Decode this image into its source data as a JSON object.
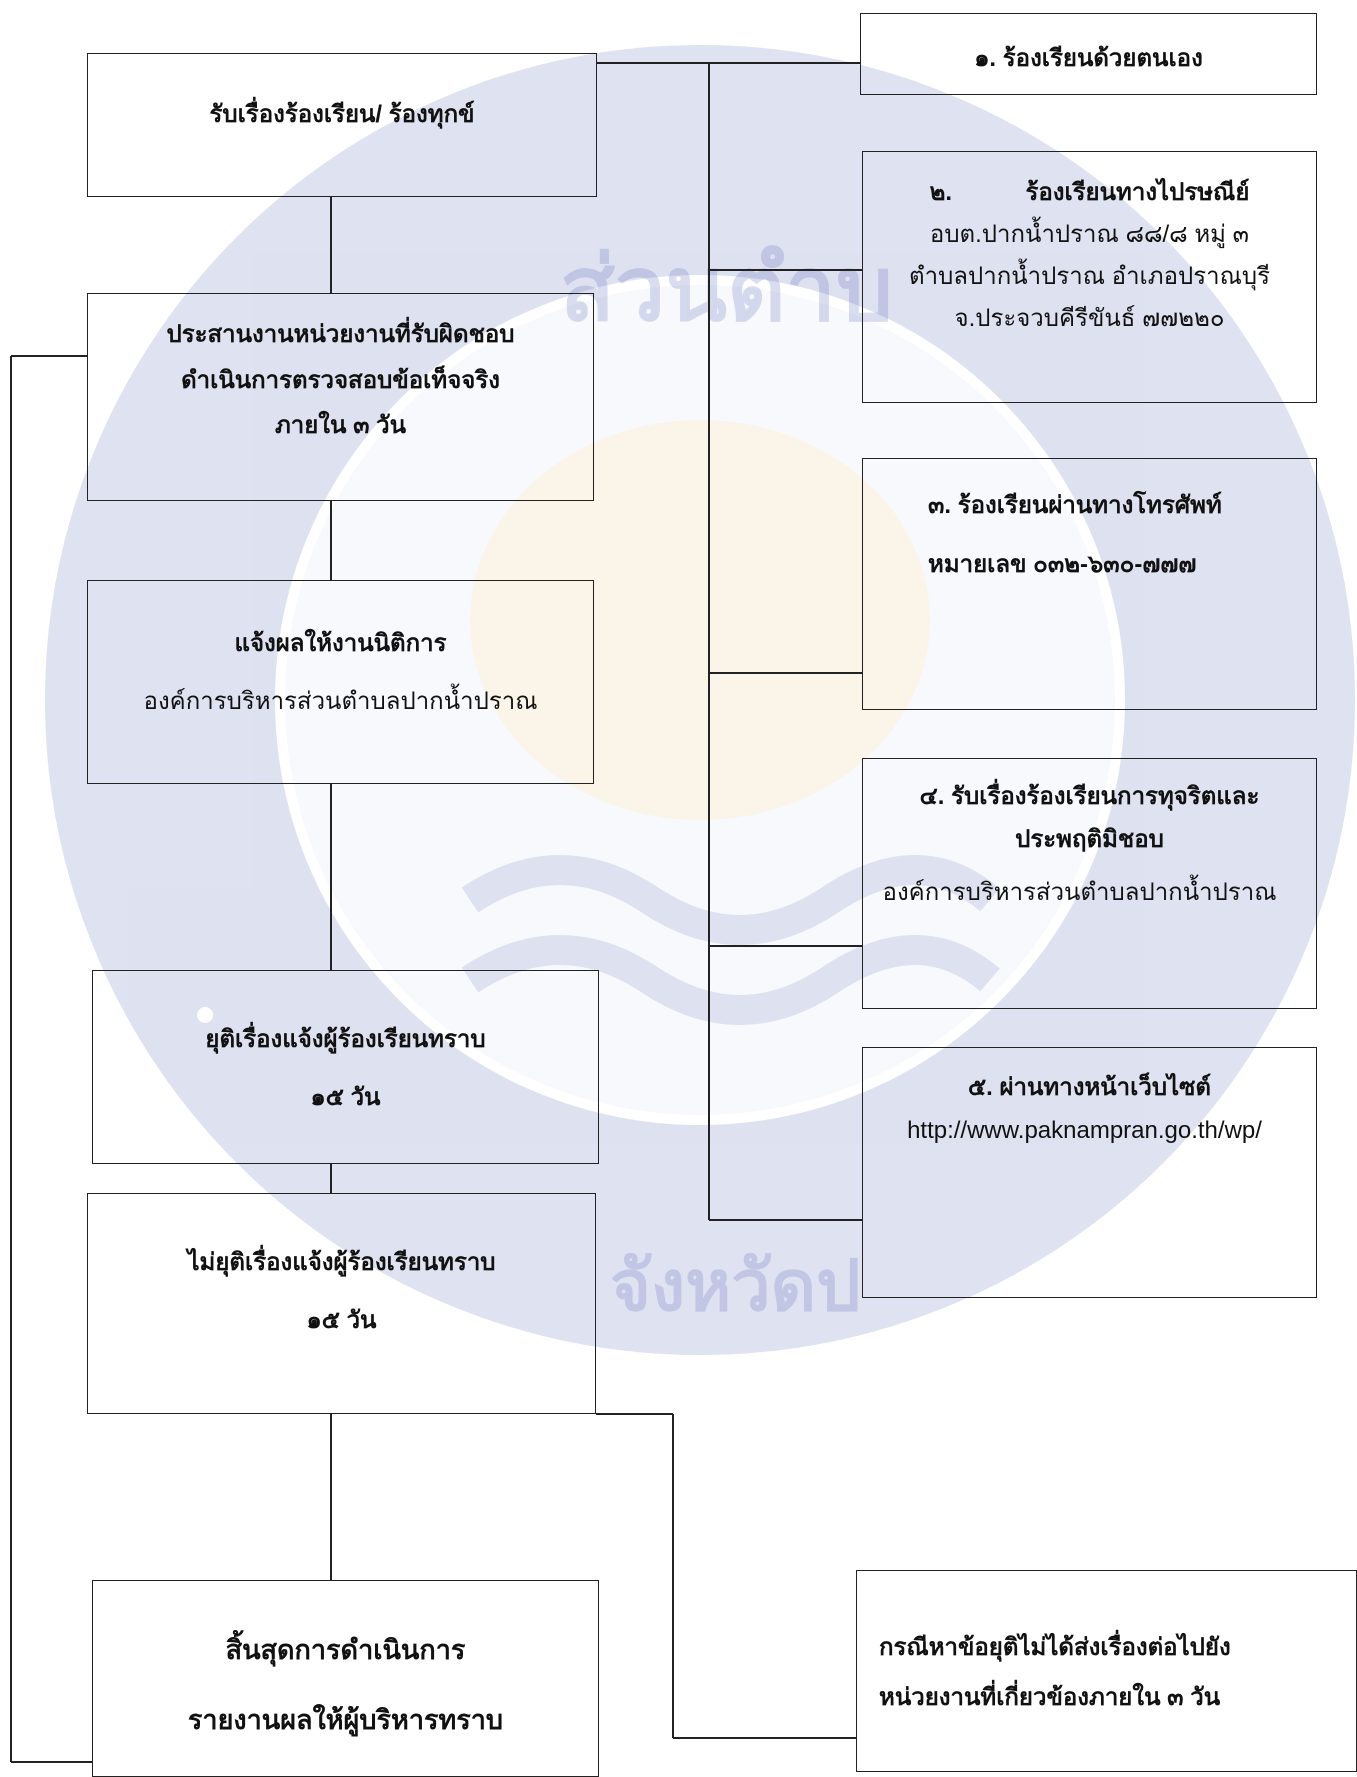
{
  "colors": {
    "line": "#222222",
    "watermark_blue": "#3a4aa8",
    "watermark_gold": "#e3b23c"
  },
  "watermark": {
    "text_top": "ส่วนตำบ",
    "text_bottom": "จังหวัดป"
  },
  "left_flow": {
    "receive": {
      "title": "รับเรื่องร้องเรียน/ ร้องทุกข์"
    },
    "coordinate": {
      "line1": "ประสานงานหน่วยงานที่รับผิดชอบ",
      "line2": "ดำเนินการตรวจสอบข้อเท็จจริง",
      "line3": "ภายใน ๓ วัน"
    },
    "notify_legal": {
      "title": "แจ้งผลให้งานนิติการ",
      "subtitle": "องค์การบริหารส่วนตำบลปากน้ำปราณ"
    },
    "resolved": {
      "title": "ยุติเรื่องแจ้งผู้ร้องเรียนทราบ",
      "days": "๑๕ วัน"
    },
    "unresolved": {
      "title": "ไม่ยุติเรื่องแจ้งผู้ร้องเรียนทราบ",
      "days": "๑๕ วัน"
    },
    "end": {
      "line1": "สิ้นสุดการดำเนินการ",
      "line2": "รายงานผลให้ผู้บริหารทราบ"
    }
  },
  "channels": {
    "c1": {
      "title": "๑. ร้องเรียนด้วยตนเอง"
    },
    "c2": {
      "num": "๒.",
      "title": "ร้องเรียนทางไปรษณีย์",
      "line1": "อบต.ปากน้ำปราณ ๘๘/๘ หมู่ ๓",
      "line2": "ตำบลปากน้ำปราณ อำเภอปราณบุรี",
      "line3": "จ.ประจวบคีรีขันธ์ ๗๗๒๒๐"
    },
    "c3": {
      "title": "๓.  ร้องเรียนผ่านทางโทรศัพท์",
      "phone": "หมายเลข ๐๓๒-๖๓๐-๗๗๗"
    },
    "c4": {
      "line1": "๔. รับเรื่องร้องเรียนการทุจริตและ",
      "line2": "ประพฤติมิชอบ",
      "subtitle": "องค์การบริหารส่วนตำบลปากน้ำปราณ"
    },
    "c5": {
      "title": "๕. ผ่านทางหน้าเว็บไซต์",
      "url": "http://www.paknampran.go.th/wp/"
    }
  },
  "forward": {
    "line1": "กรณีหาข้อยุติไม่ได้ส่งเรื่องต่อไปยัง",
    "line2": "หน่วยงานที่เกี่ยวข้องภายใน ๓ วัน"
  }
}
